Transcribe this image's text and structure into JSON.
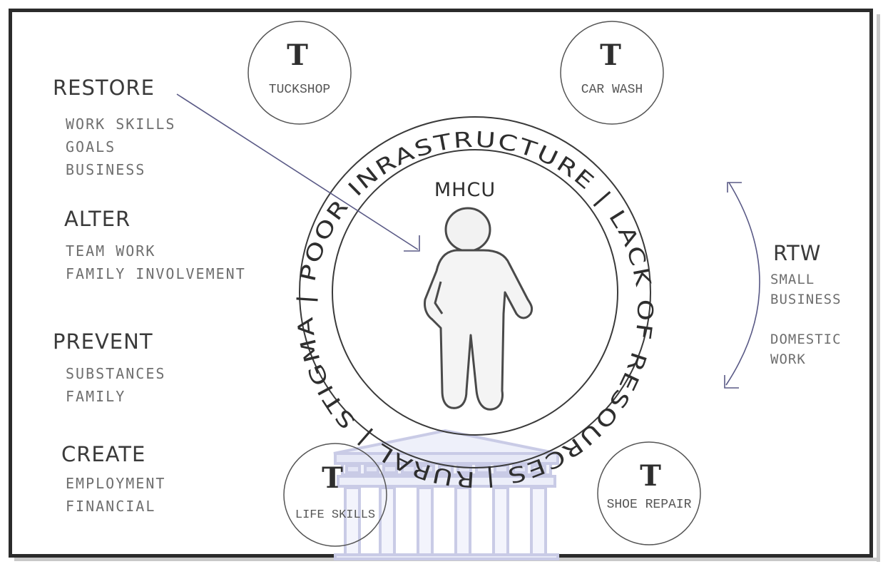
{
  "center": {
    "label": "MHCU",
    "ring_text": "RURAL | STIGMA | POOR INRASTRUCTURE | LACK OF RESOURCES |"
  },
  "strategies": [
    {
      "heading": "RESTORE",
      "items": [
        "WORK SKILLS",
        "GOALS",
        "BUSINESS"
      ]
    },
    {
      "heading": "ALTER",
      "items": [
        "TEAM WORK",
        "FAMILY INVOLVEMENT"
      ]
    },
    {
      "heading": "PREVENT",
      "items": [
        "SUBSTANCES",
        "FAMILY"
      ]
    },
    {
      "heading": "CREATE",
      "items": [
        "EMPLOYMENT",
        "FINANCIAL"
      ]
    }
  ],
  "rtw": {
    "heading": "RTW",
    "items": [
      "SMALL",
      "BUSINESS",
      "",
      "DOMESTIC",
      "WORK"
    ]
  },
  "businesses": [
    {
      "icon": "T",
      "label": "TUCKSHOP"
    },
    {
      "icon": "T",
      "label": "CAR WASH"
    },
    {
      "icon": "T",
      "label": "LIFE SKILLS"
    },
    {
      "icon": "T",
      "label": "SHOE REPAIR"
    }
  ],
  "colors": {
    "frame": "#2b2b2b",
    "arrow": "#5a5a86",
    "building": "#c9cbe6",
    "text_dark": "#3a3a3a",
    "text_light": "#6e6e6e"
  }
}
